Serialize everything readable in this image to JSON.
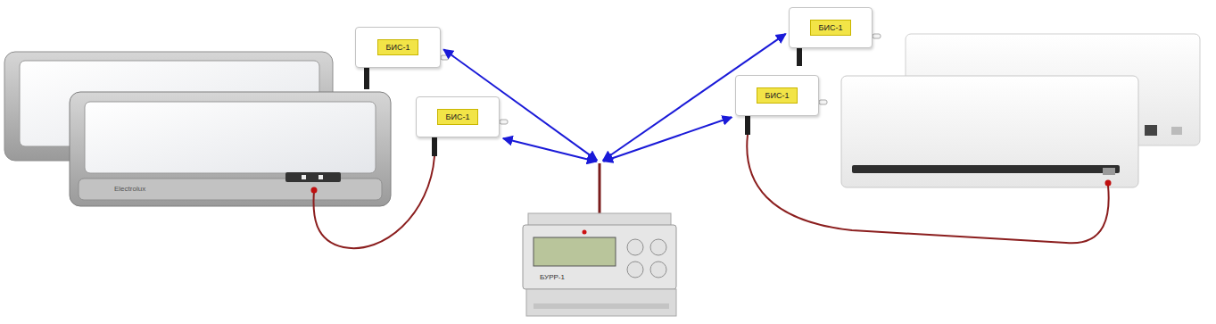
{
  "diagram": {
    "nodes": [
      {
        "text": [
          "БИС-1"
        ]
      },
      {
        "text": [
          "БИС-1"
        ]
      },
      {
        "text": [
          "БИС-1"
        ]
      },
      {
        "text": [
          "БИС-1"
        ]
      },
      {
        "text": [
          "БУРР-1"
        ]
      }
    ],
    "edges": [
      {
        "from": 4,
        "to": 0,
        "arrow": "both"
      },
      {
        "from": 4,
        "to": 1,
        "arrow": "both"
      },
      {
        "from": 4,
        "to": 2,
        "arrow": "both"
      },
      {
        "from": 4,
        "to": 3,
        "arrow": "both"
      }
    ],
    "labels": [
      "Electrolux"
    ]
  }
}
